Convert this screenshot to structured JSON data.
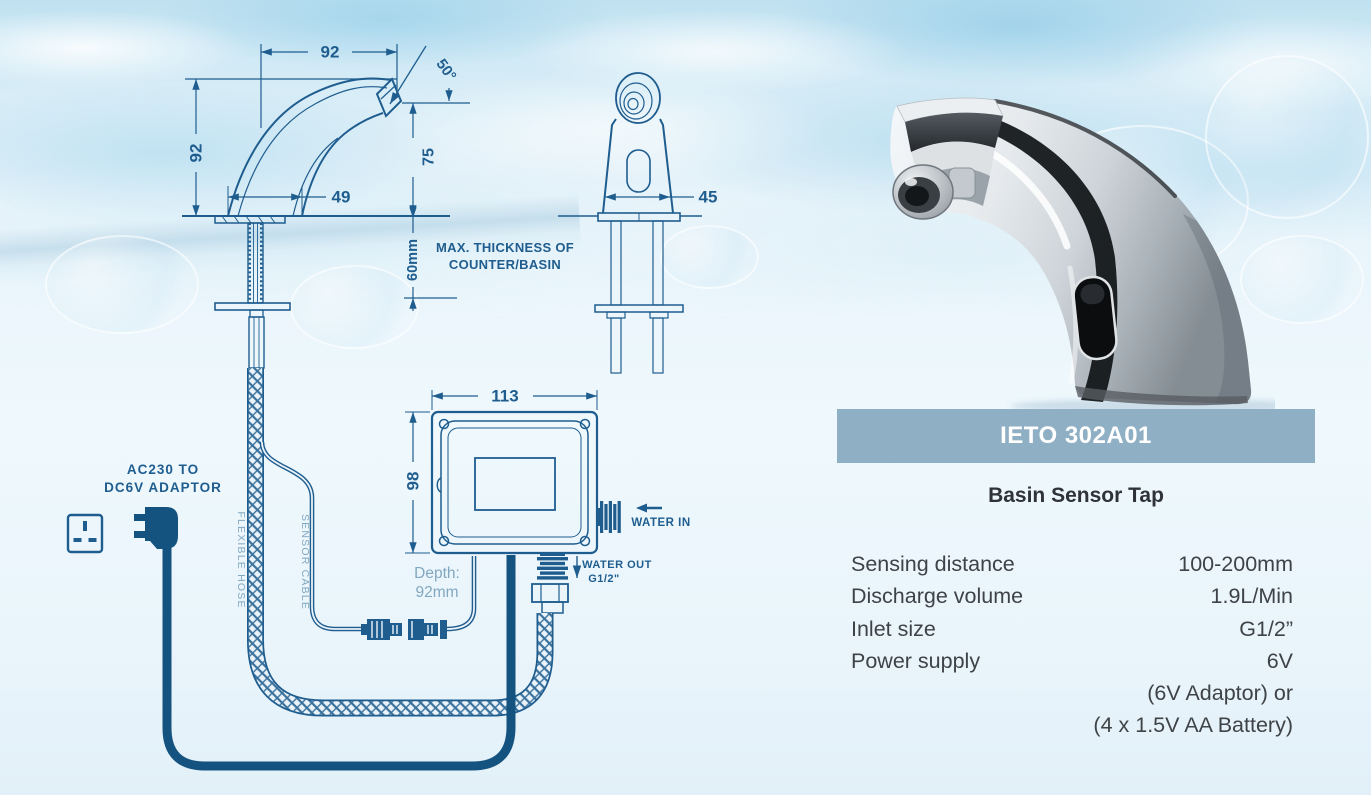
{
  "drawing": {
    "line_color": "#1f5d8f",
    "light_label_color": "#82a7c0",
    "side_view": {
      "dim_top_width": "92",
      "dim_angle": "50°",
      "dim_height_left": "92",
      "dim_height_right": "75",
      "dim_base_width": "49",
      "dim_counter_thickness": "60mm",
      "counter_note_line1": "MAX. THICKNESS OF",
      "counter_note_line2": "COUNTER/BASIN"
    },
    "front_view": {
      "dim_width": "45"
    },
    "control_box": {
      "dim_width": "113",
      "dim_height": "98",
      "depth_line1": "Depth:",
      "depth_line2": "92mm",
      "water_in_label": "WATER IN",
      "water_out_label_line1": "WATER OUT",
      "water_out_label_line2": "G1/2\""
    },
    "adaptor_label_line1": "AC230 TO",
    "adaptor_label_line2": "DC6V ADAPTOR",
    "flexible_hose_label": "FLEXIBLE HOSE",
    "sensor_cable_label": "SENSOR CABLE"
  },
  "product": {
    "banner_color": "#8fafc4",
    "model": "IETO 302A01",
    "name": "Basin Sensor Tap",
    "specs": [
      {
        "label": "Sensing distance",
        "value": "100-200mm"
      },
      {
        "label": "Discharge volume",
        "value": "1.9L/Min"
      },
      {
        "label": "Inlet size",
        "value": "G1/2”"
      },
      {
        "label": "Power supply",
        "value": "6V"
      },
      {
        "label": "",
        "value": "(6V Adaptor) or"
      },
      {
        "label": "",
        "value": "(4 x 1.5V AA Battery)"
      }
    ]
  }
}
